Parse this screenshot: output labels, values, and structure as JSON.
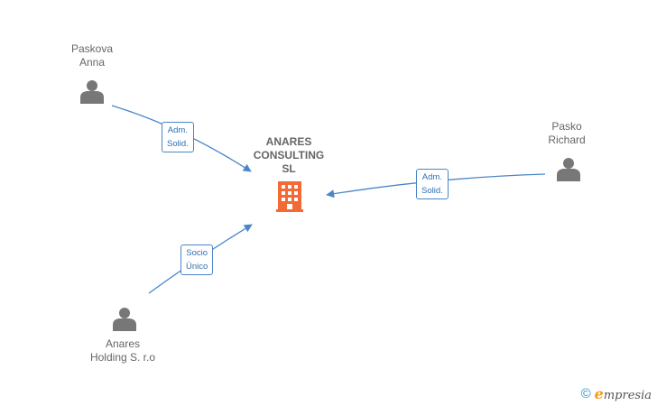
{
  "company": {
    "name": "ANARES\nCONSULTING\nSL",
    "icon": "building-icon",
    "color": "#f26a35"
  },
  "persons": [
    {
      "id": "paskova-anna",
      "name": "Paskova\nAnna",
      "icon": "person-icon"
    },
    {
      "id": "pasko-richard",
      "name": "Pasko\nRichard",
      "icon": "person-icon"
    },
    {
      "id": "anares-holding",
      "name": "Anares\nHolding S. r.o",
      "icon": "person-icon"
    }
  ],
  "relations": [
    {
      "from": "paskova-anna",
      "to": "company",
      "label": "Adm.\nSolid."
    },
    {
      "from": "pasko-richard",
      "to": "company",
      "label": "Adm.\nSolid."
    },
    {
      "from": "anares-holding",
      "to": "company",
      "label": "Socio\nÚnico"
    }
  ],
  "colors": {
    "edge": "#4a86c8",
    "person": "#777777",
    "text": "#666666"
  },
  "brand": {
    "copyright": "©",
    "e": "e",
    "name": "mpresia"
  }
}
